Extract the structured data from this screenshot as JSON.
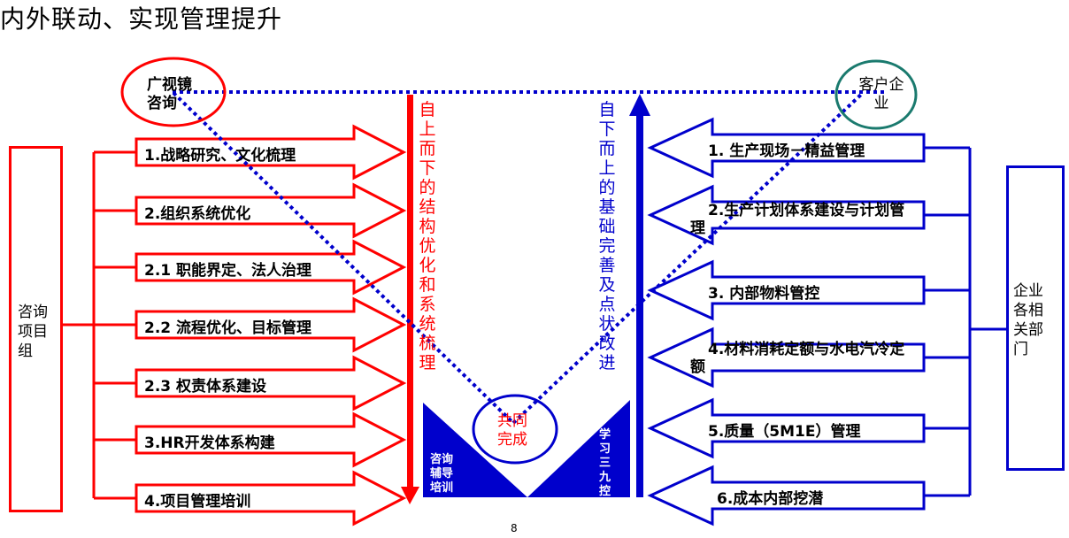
{
  "title": "内外联动、实现管理提升",
  "left_circle": "广视镜咨询",
  "right_circle": "客户企业",
  "center_circle": "共同完成",
  "left_box": "咨询项目组",
  "right_box": "企业各相关部门",
  "left_arrow_vertical": "自上而下的结构优化和系统梳理",
  "right_arrow_vertical": "自下而上的基础完善及点状改进",
  "valley_left_text": "咨询辅导培训",
  "valley_right_text": "学习三九控",
  "page_number": "8",
  "left_items": [
    "1.战略研究、文化梳理",
    "2.组织系统优化",
    "2.1 职能界定、法人治理",
    "2.2 流程优化、目标管理",
    "2.3  权责体系建设",
    "3.HR开发体系构建",
    "4.项目管理培训"
  ],
  "right_items": [
    "1. 生产现场－精益管理",
    "2.生产计划体系建设与计划管理",
    "3. 内部物料管控",
    "4.材料消耗定额与水电汽冷定额",
    "5.质量（5M1E）管理",
    "6.成本内部挖潜"
  ],
  "colors": {
    "red": "#ff0000",
    "blue": "#0000cc",
    "teal": "#1a7a6e"
  }
}
